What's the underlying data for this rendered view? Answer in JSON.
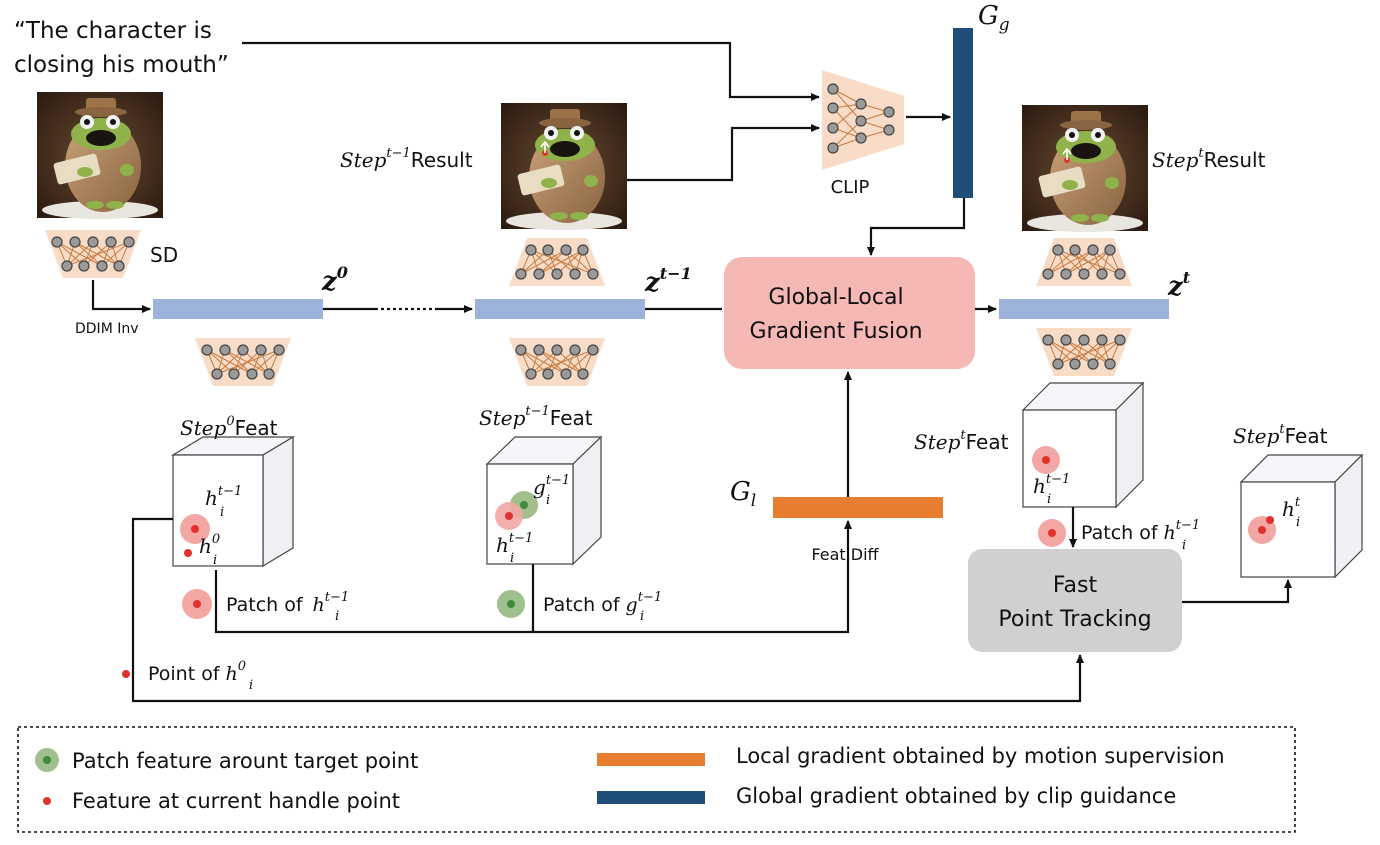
{
  "prompt": {
    "line1": "“The character is",
    "line2": "closing his mouth”"
  },
  "labels": {
    "sd": "SD",
    "ddim_inv": "DDIM Inv",
    "clip": "CLIP",
    "result_word": "Result",
    "feat_word": "Feat",
    "feat_diff": "Feat Diff",
    "patch_of": "Patch of",
    "point_of": "Point of",
    "step_word": "Step"
  },
  "math": {
    "z": "z",
    "G": "G",
    "g_sub": "g",
    "l_sub": "l",
    "h": "h",
    "g": "g",
    "i": "i",
    "sup_0": "0",
    "sup_t": "t",
    "sup_tm1": "t−1"
  },
  "nodes": {
    "fusion_line1": "Global-Local",
    "fusion_line2": "Gradient Fusion",
    "tracking_line1": "Fast",
    "tracking_line2": "Point Tracking"
  },
  "legend": {
    "patch_feature": "Patch feature arount target point",
    "handle_feature": "Feature at current handle point",
    "local_gradient": "Local gradient obtained by motion supervision",
    "global_gradient": "Global gradient obtained by clip guidance"
  },
  "colors": {
    "latent_bar": "#9db3dc",
    "local_gradient": "#e77d2e",
    "global_gradient": "#1f4e79",
    "fusion_box": "#f6b8b4",
    "tracking_box": "#d0d0d0",
    "network_bg": "#f9dcc7",
    "handle_red": "#e2312c",
    "halo_red": "#f2a7a4",
    "halo_green": "#9fbf8c",
    "point_green": "#3f8a3f"
  }
}
